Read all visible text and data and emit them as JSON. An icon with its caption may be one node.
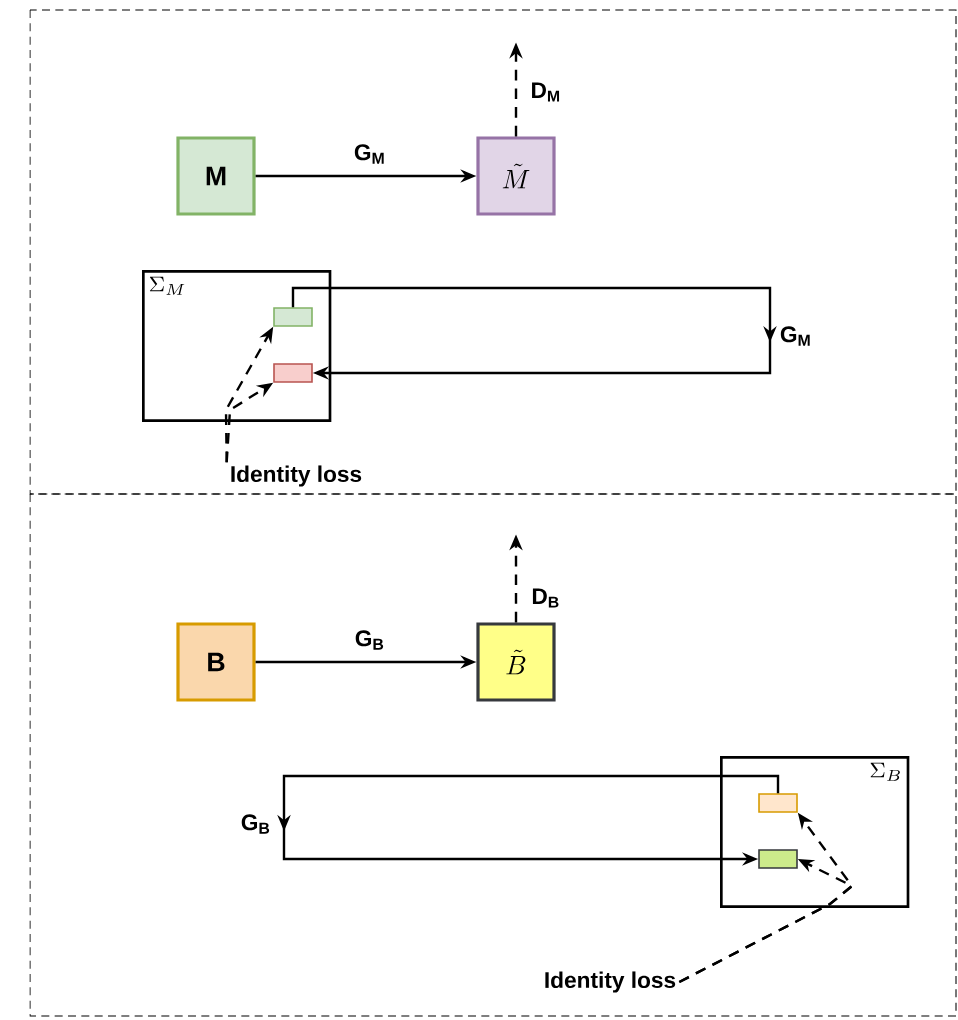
{
  "diagram": {
    "nodes": [
      {
        "text": [
          "M"
        ]
      },
      {
        "text": [
          "\\tilde{M}"
        ]
      },
      {
        "text": [
          "\\Sigma_M"
        ]
      },
      {
        "text": [],
        "shape": "box",
        "in": 2
      },
      {
        "text": [],
        "shape": "box",
        "in": 2
      },
      {
        "text": [
          "Identity loss"
        ]
      },
      {
        "text": [
          "B"
        ]
      },
      {
        "text": [
          "\\tilde{B}"
        ]
      },
      {
        "text": [
          "\\Sigma_B"
        ]
      },
      {
        "text": [],
        "shape": "box",
        "in": 8
      },
      {
        "text": [],
        "shape": "box",
        "in": 8
      },
      {
        "text": [
          "Identity loss"
        ]
      }
    ],
    "edges": [
      {
        "from": 0,
        "to": 1,
        "arrow": "to",
        "label": "G$_{M}$"
      },
      {
        "from": 1,
        "to": null,
        "arrow": "to",
        "style": "dashed",
        "label": "D$_{M}$"
      },
      {
        "from": 3,
        "to": 4,
        "arrow": "to",
        "label": "G$_{M}$"
      },
      {
        "from": 5,
        "to": 3,
        "arrow": "to",
        "style": "dashed"
      },
      {
        "from": 5,
        "to": 4,
        "arrow": "to",
        "style": "dashed"
      },
      {
        "from": 6,
        "to": 7,
        "arrow": "to",
        "label": "G$_{B}$"
      },
      {
        "from": 7,
        "to": null,
        "arrow": "to",
        "style": "dashed",
        "label": "D$_{B}$"
      },
      {
        "from": 9,
        "to": 10,
        "arrow": "to",
        "label": "G$_{B}$"
      },
      {
        "from": 11,
        "to": 9,
        "arrow": "to",
        "style": "dashed"
      },
      {
        "from": 11,
        "to": 10,
        "arrow": "to",
        "style": "dashed"
      }
    ]
  }
}
